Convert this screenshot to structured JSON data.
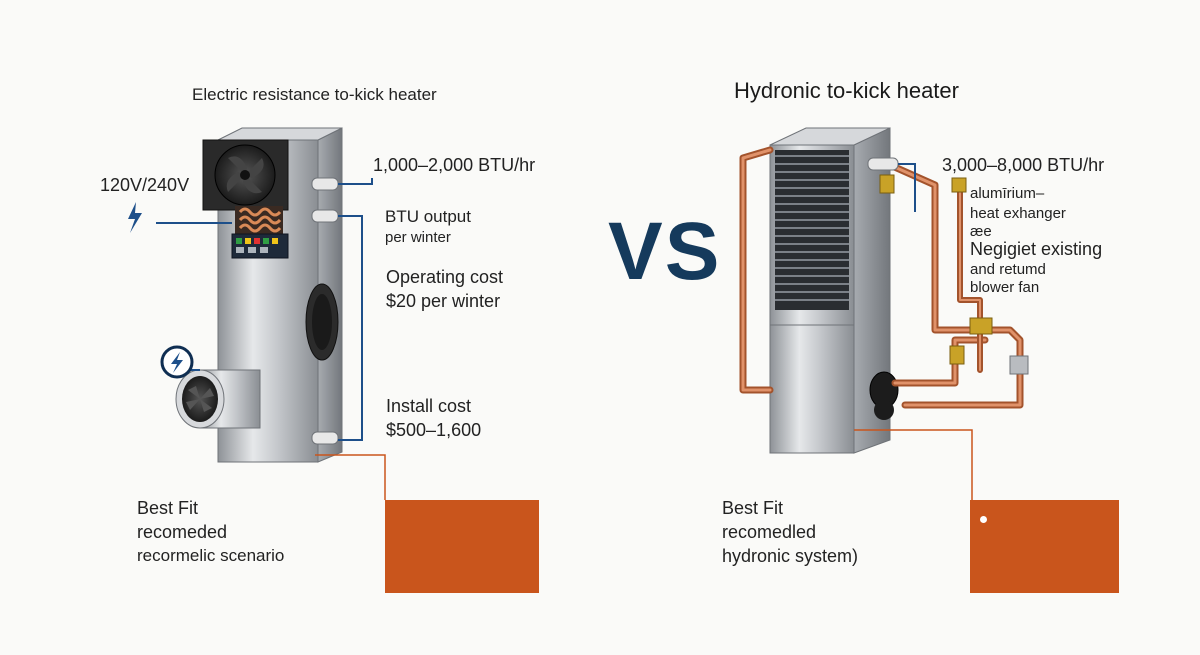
{
  "left": {
    "title": "Electric resistance to-kick heater",
    "voltage": "120V/240V",
    "btu_range": "1,000–2,000 BTU/hr",
    "btu_output": [
      "BTU output",
      "per winter"
    ],
    "operating_cost": [
      "Operating cost",
      "$20 per winter"
    ],
    "install_cost": [
      "Install cost",
      "$500–1,600"
    ],
    "best_fit": [
      "Best Fit",
      "recomeded",
      "recormelic scenario"
    ]
  },
  "vs_label": "VS",
  "right": {
    "title": "Hydronic to-kick heater",
    "btu_range": "3,000–8,000 BTU/hr",
    "notes": [
      "alumīrium–",
      "heat exhanger",
      "æe",
      "Negigiet existing",
      "and retumd",
      "blower fan"
    ],
    "best_fit": [
      "Best Fit",
      "recomedled",
      "hydronic system)"
    ]
  },
  "colors": {
    "accent_block": "#c9551c",
    "vs": "#153a5c",
    "copper": "#c8764a",
    "steel": "#b9bcc0",
    "wire": "#1d4f8a"
  },
  "icons": [
    "fan-icon",
    "lightning-bolt-icon",
    "copper-coil-icon",
    "control-panel-icon",
    "valve-icon"
  ]
}
